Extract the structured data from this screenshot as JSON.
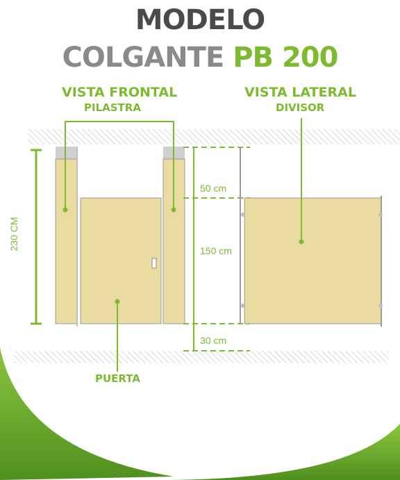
{
  "title": {
    "line1": "MODELO",
    "line2_prefix": "COLGANTE",
    "line2_model": "PB 200"
  },
  "frontal": {
    "heading": "VISTA FRONTAL",
    "sub": "PILASTRA",
    "door_label": "PUERTA"
  },
  "lateral": {
    "heading": "VISTA LATERAL",
    "sub": "DIVISOR"
  },
  "dimensions": {
    "total_height": "230 CM",
    "top_gap": "50 cm",
    "panel_height": "150 cm",
    "bottom_gap": "30 cm"
  },
  "colors": {
    "accent_green": "#7dba2f",
    "panel_beige": "#eadca0",
    "title_dark": "#4a4a4a",
    "title_grey": "#8a8a8a"
  }
}
